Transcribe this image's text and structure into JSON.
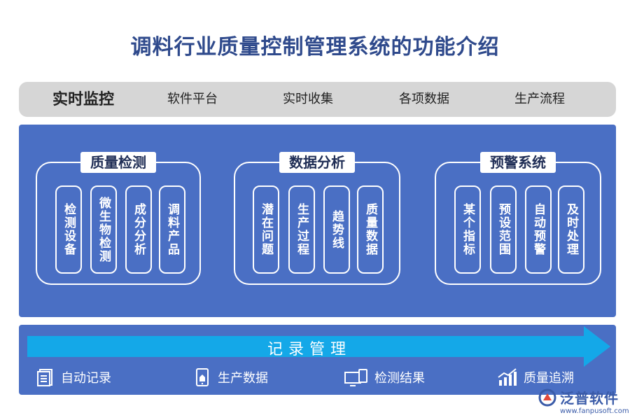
{
  "title": "调料行业质量控制管理系统的功能介绍",
  "top_bar": [
    "实时监控",
    "软件平台",
    "实时收集",
    "各项数据",
    "生产流程"
  ],
  "groups": [
    {
      "label": "质量检测",
      "items": [
        "检测设备",
        "微生物检测",
        "成分分析",
        "调料产品"
      ]
    },
    {
      "label": "数据分析",
      "items": [
        "潜在问题",
        "生产过程",
        "趋势线",
        "质量数据"
      ]
    },
    {
      "label": "预警系统",
      "items": [
        "某个指标",
        "预设范围",
        "自动预警",
        "及时处理"
      ]
    }
  ],
  "record": {
    "label": "记录管理",
    "features": [
      {
        "label": "自动记录",
        "icon": "document-icon"
      },
      {
        "label": "生产数据",
        "icon": "tablet-icon"
      },
      {
        "label": "检测结果",
        "icon": "monitor-icon"
      },
      {
        "label": "质量追溯",
        "icon": "bar-chart-icon"
      }
    ]
  },
  "watermark": {
    "name": "泛普软件",
    "url": "www.fanpusoft.com"
  },
  "colors": {
    "panel": "#4a6fc4",
    "arrow": "#14a8e8",
    "title": "#2f4a8c",
    "bar": "#d6d6d6"
  }
}
